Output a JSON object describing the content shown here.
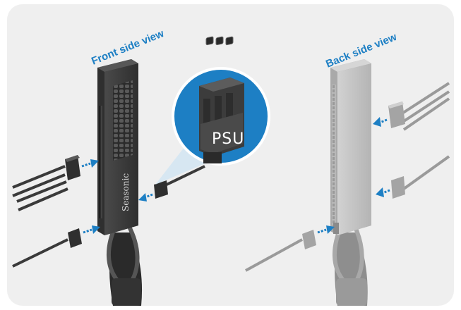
{
  "labels": {
    "front": "Front side view",
    "back": "Back side view",
    "psu": "PSU",
    "brand": "Seasonic"
  },
  "colors": {
    "background_panel": "#efefef",
    "accent_blue": "#1d7fc4",
    "dark_connector": "#3a3a3a",
    "light_connector": "#bcbcbc",
    "psu_circle_bg": "#1d7fc4"
  },
  "icons": {
    "arrow": "dashed-arrow-icon",
    "magnifier": "zoom-callout-icon"
  }
}
